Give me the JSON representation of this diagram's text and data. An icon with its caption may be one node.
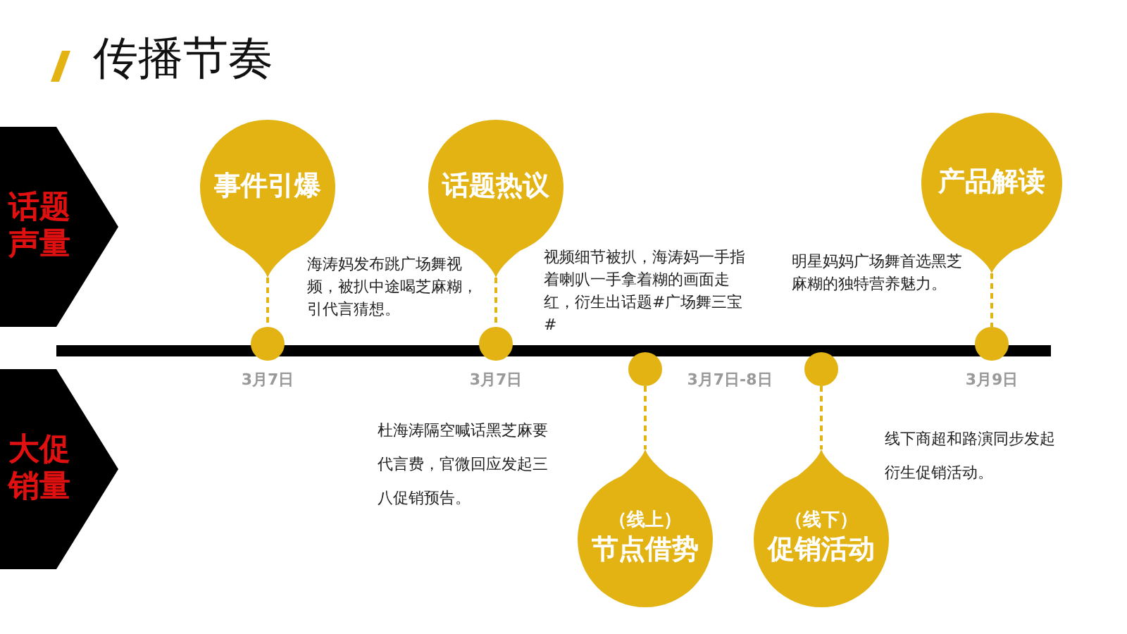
{
  "diagram": {
    "title": "传播节奏",
    "nodes": [
      {
        "text": [
          "话题声量"
        ]
      },
      {
        "text": [
          "大促销量"
        ]
      },
      {
        "text": [
          "事件引爆"
        ]
      },
      {
        "text": [],
        "shape": "circle",
        "beside": [
          "3月7日"
        ]
      },
      {
        "text": [
          "话题热议"
        ]
      },
      {
        "text": [],
        "shape": "circle",
        "beside": [
          "3月7日"
        ]
      },
      {
        "text": [],
        "shape": "circle"
      },
      {
        "text": [
          "（线上）",
          "节点借势"
        ]
      },
      {
        "text": [],
        "shape": "circle"
      },
      {
        "text": [
          "（线下）",
          "促销活动"
        ]
      },
      {
        "text": [
          "产品解读"
        ]
      },
      {
        "text": [],
        "shape": "circle",
        "beside": [
          "3月9日"
        ]
      }
    ],
    "edges": [
      {
        "from": 2,
        "to": 3,
        "arrow": "none",
        "style": "dashed"
      },
      {
        "from": 4,
        "to": 5,
        "arrow": "none",
        "style": "dashed"
      },
      {
        "from": 6,
        "to": 7,
        "arrow": "none",
        "style": "dashed"
      },
      {
        "from": 8,
        "to": 9,
        "arrow": "none",
        "style": "dashed"
      },
      {
        "from": 10,
        "to": 11,
        "arrow": "none",
        "style": "dashed"
      }
    ],
    "labels": [
      "海涛妈发布跳广场舞视频，被扒中途喝芝麻糊，引代言猜想。",
      "视频细节被扒，海涛妈一手指着喇叭一手拿着糊的画面走红，衍生出话题#广场舞三宝#",
      "明星妈妈广场舞首选黑芝麻糊的独特营养魅力。",
      "3月7日-8日",
      "杜海涛隔空喊话黑芝麻要代言费，官微回应发起三八促销预告。",
      "线下商超和路演同步发起衍生促销活动。"
    ]
  }
}
